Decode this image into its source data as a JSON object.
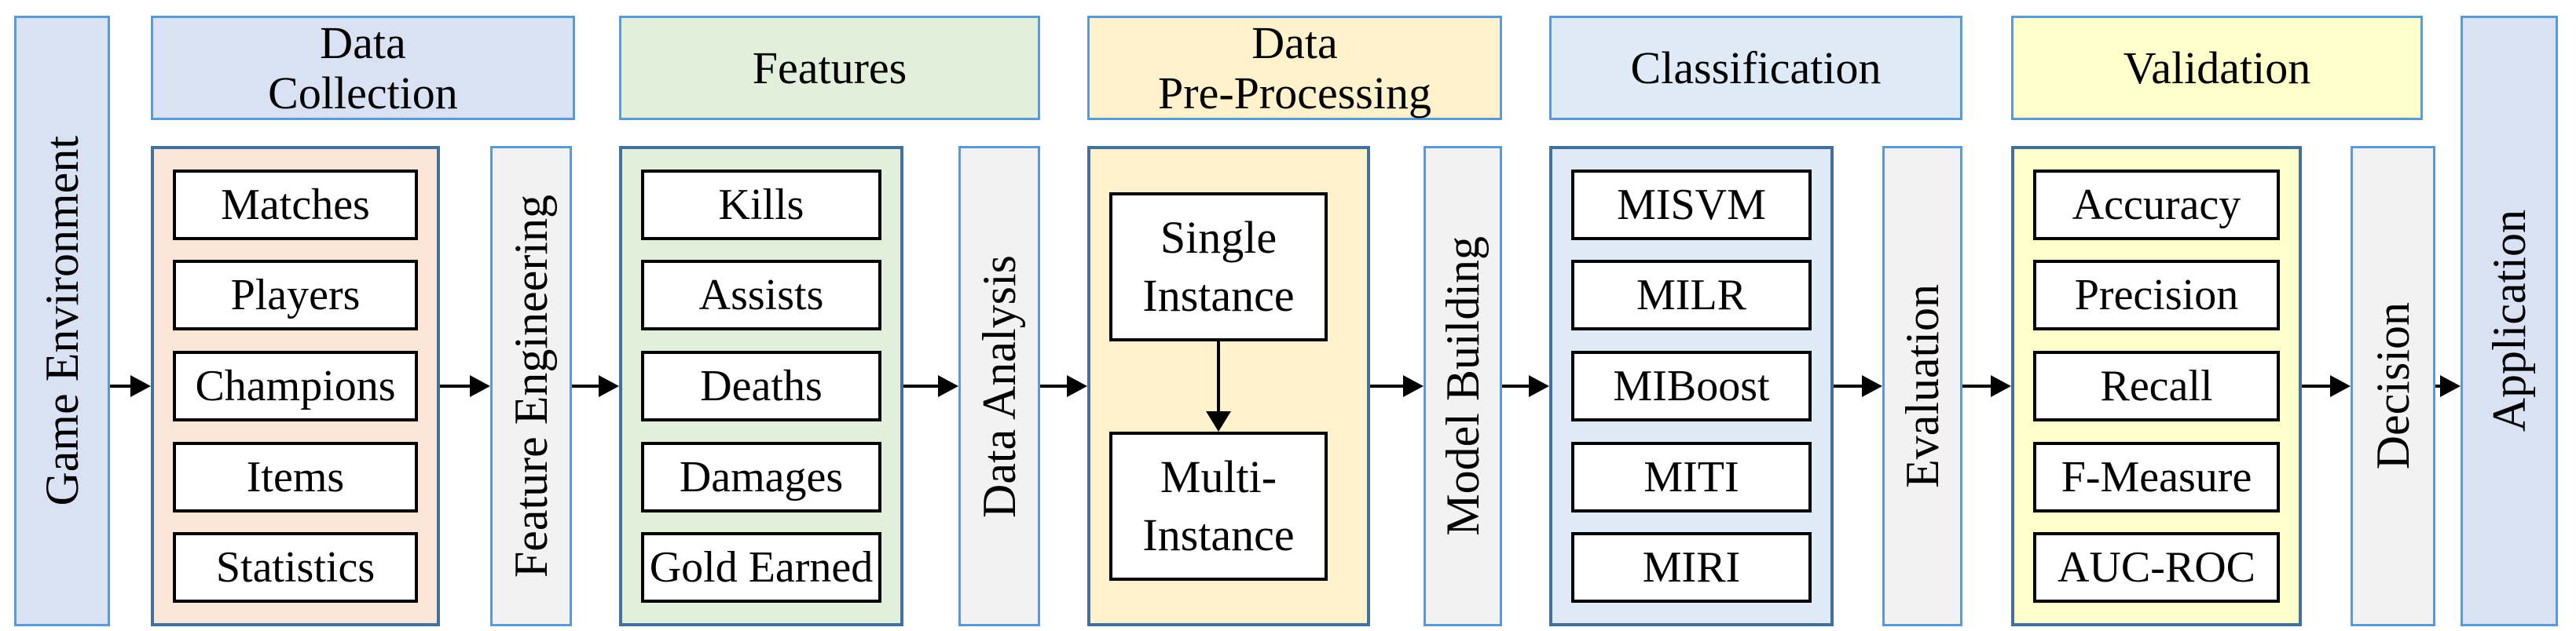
{
  "colors": {
    "lavender": "#d9e2f3",
    "salmon": "#fbe5d6",
    "green": "#e2efda",
    "cream": "#fff2cc",
    "sky": "#deebf7",
    "yellow": "#ffffcc",
    "gray": "#f2f2f2",
    "header_border": "#5b9bd5",
    "panel_border": "#41719c",
    "arrow": "#000000"
  },
  "nodes": {
    "game_environment": {
      "label": "Game Environment"
    },
    "data_collection": {
      "header_line1": "Data",
      "header_line2": "Collection",
      "items": [
        "Matches",
        "Players",
        "Champions",
        "Items",
        "Statistics"
      ]
    },
    "feature_engineering": {
      "label": "Feature Engineering"
    },
    "features": {
      "header": "Features",
      "items": [
        "Kills",
        "Assists",
        "Deaths",
        "Damages",
        "Gold Earned"
      ]
    },
    "data_analysis": {
      "label": "Data Analysis"
    },
    "data_preprocessing": {
      "header_line1": "Data",
      "header_line2": "Pre-Processing",
      "single_line1": "Single",
      "single_line2": "Instance",
      "multi_line1": "Multi-",
      "multi_line2": "Instance"
    },
    "model_building": {
      "label": "Model Building"
    },
    "classification": {
      "header": "Classification",
      "items": [
        "MISVM",
        "MILR",
        "MIBoost",
        "MITI",
        "MIRI"
      ]
    },
    "evaluation": {
      "label": "Evaluation"
    },
    "validation": {
      "header": "Validation",
      "items": [
        "Accuracy",
        "Precision",
        "Recall",
        "F-Measure",
        "AUC-ROC"
      ]
    },
    "decision": {
      "label": "Decision"
    },
    "application": {
      "label": "Application"
    }
  }
}
